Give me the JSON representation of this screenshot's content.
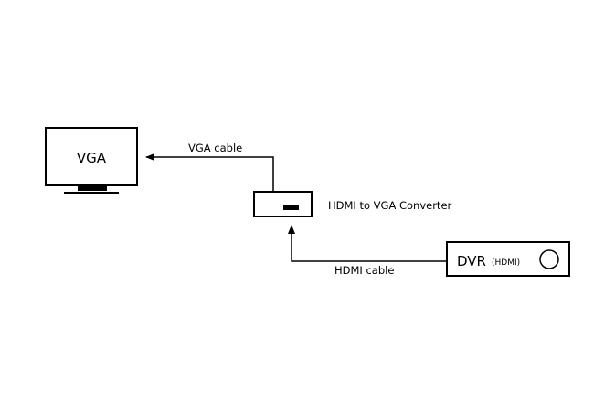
{
  "monitor": {
    "label": "VGA"
  },
  "converter": {
    "label": "HDMI to VGA Converter"
  },
  "dvr": {
    "label": "DVR",
    "sublabel": "(HDMI)"
  },
  "cables": {
    "vga_cable_label": "VGA cable",
    "hdmi_cable_label": "HDMI cable"
  }
}
